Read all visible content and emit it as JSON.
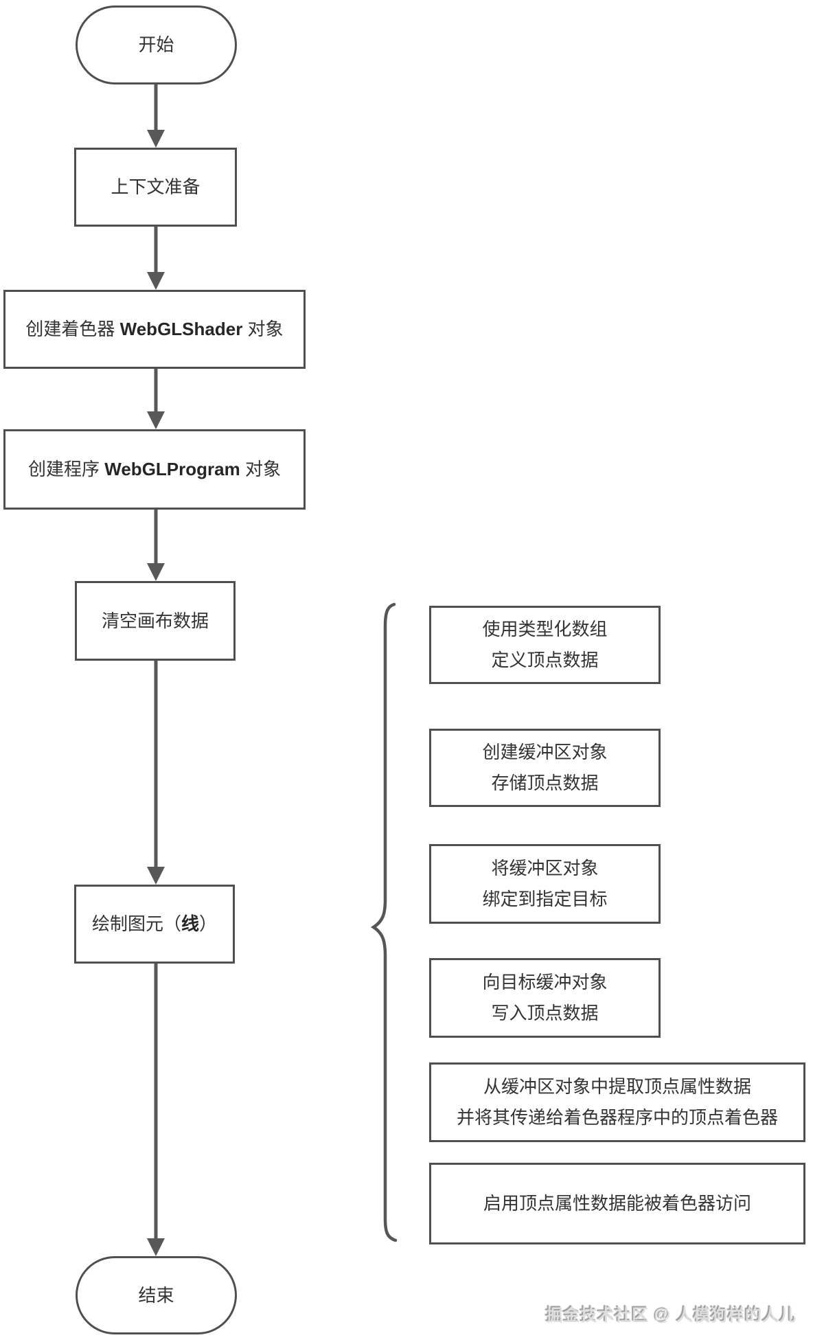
{
  "flowchart": {
    "start": {
      "label": "开始"
    },
    "steps": {
      "context": {
        "label": "上下文准备"
      },
      "shader": {
        "prefix": "创建着色器 ",
        "bold": "WebGLShader",
        "suffix": " 对象"
      },
      "program": {
        "prefix": "创建程序 ",
        "bold": "WebGLProgram",
        "suffix": " 对象"
      },
      "clear": {
        "label": "清空画布数据"
      },
      "draw": {
        "prefix": "绘制图元（",
        "bold": "线",
        "suffix": "）"
      }
    },
    "end": {
      "label": "结束"
    }
  },
  "details": {
    "typed_array": {
      "line1": "使用类型化数组",
      "line2": "定义顶点数据"
    },
    "create_buffer": {
      "line1": "创建缓冲区对象",
      "line2": "存储顶点数据"
    },
    "bind_buffer": {
      "line1": "将缓冲区对象",
      "line2": "绑定到指定目标"
    },
    "write_data": {
      "line1": "向目标缓冲对象",
      "line2": "写入顶点数据"
    },
    "attrib_pointer": {
      "line1": "从缓冲区对象中提取顶点属性数据",
      "line2": "并将其传递给着色器程序中的顶点着色器"
    },
    "enable_attrib": {
      "line1": "启用顶点属性数据能被着色器访问"
    }
  },
  "footer": {
    "credit": "掘金技术社区 @ 人模狗样的人儿"
  },
  "colors": {
    "line": "#585858",
    "border": "#4f4f4f",
    "text": "#333333",
    "background": "#ffffff",
    "footer_text": "#dedede"
  }
}
